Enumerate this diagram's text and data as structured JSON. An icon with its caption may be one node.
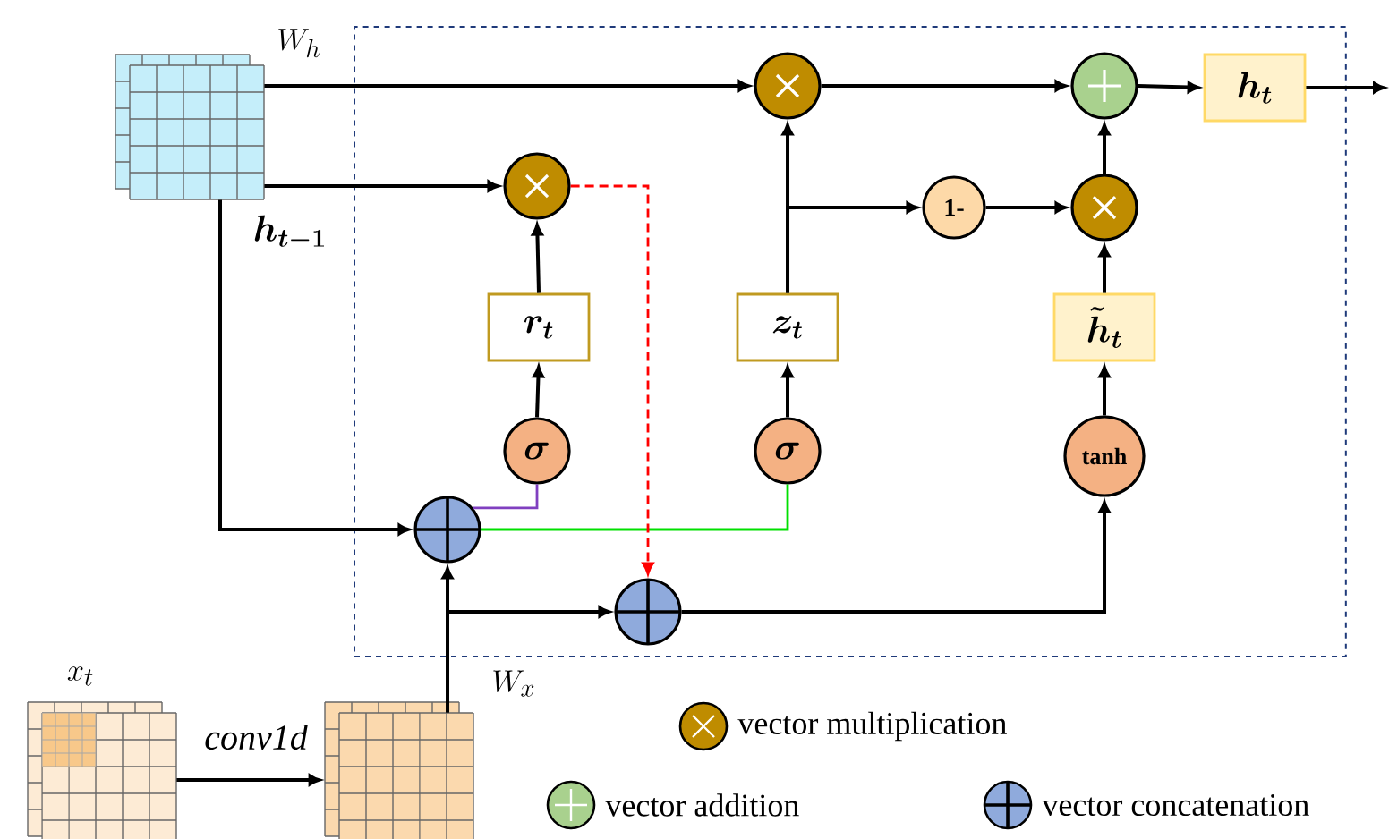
{
  "diagram": {
    "nodes": [
      {
        "text": [],
        "shape": "box"
      },
      {
        "text": [
          "W_h"
        ],
        "beside": [
          "h_{t-1}"
        ]
      },
      {
        "text": [],
        "shape": "circle",
        "in": 0
      },
      {
        "text": [
          "r_t"
        ],
        "in": 0
      },
      {
        "text": [
          "\\sigma"
        ],
        "in": 0
      },
      {
        "text": [],
        "shape": "circle",
        "in": 0
      },
      {
        "text": [],
        "shape": "circle",
        "in": 0
      },
      {
        "text": [
          "z_t"
        ],
        "in": 0
      },
      {
        "text": [
          "\\sigma"
        ],
        "in": 0
      },
      {
        "text": [
          "1-"
        ],
        "in": 0
      },
      {
        "text": [],
        "shape": "circle",
        "in": 0
      },
      {
        "text": [],
        "shape": "circle",
        "in": 0
      },
      {
        "text": [
          "\\tilde{h}_t"
        ],
        "in": 0
      },
      {
        "text": [
          "tanh"
        ],
        "in": 0
      },
      {
        "text": [
          "h_t"
        ],
        "in": 0
      },
      {
        "text": [],
        "shape": "circle",
        "in": 0
      },
      {
        "text": [
          "x_t"
        ]
      },
      {
        "text": [
          "W_x"
        ]
      }
    ],
    "edges": [
      {
        "from": 1,
        "to": 6,
        "arrow": "to"
      },
      {
        "from": 1,
        "to": 2,
        "arrow": "to"
      },
      {
        "from": 1,
        "to": 5,
        "arrow": "to"
      },
      {
        "from": 4,
        "to": 3,
        "arrow": "to"
      },
      {
        "from": 3,
        "to": 2,
        "arrow": "to"
      },
      {
        "from": 5,
        "to": 4,
        "arrow": "none",
        "color": "#8040c0"
      },
      {
        "from": 5,
        "to": 8,
        "arrow": "none",
        "color": "#00e000"
      },
      {
        "from": 2,
        "to": 15,
        "arrow": "to",
        "style": "dashed",
        "color": "#ff0000"
      },
      {
        "from": 8,
        "to": 7,
        "arrow": "to"
      },
      {
        "from": 7,
        "to": 6,
        "arrow": "to"
      },
      {
        "from": 7,
        "to": 9,
        "arrow": "to"
      },
      {
        "from": 6,
        "to": 10,
        "arrow": "to"
      },
      {
        "from": 9,
        "to": 11,
        "arrow": "to"
      },
      {
        "from": 13,
        "to": 12,
        "arrow": "to"
      },
      {
        "from": 12,
        "to": 11,
        "arrow": "to"
      },
      {
        "from": 11,
        "to": 10,
        "arrow": "to"
      },
      {
        "from": 10,
        "to": 14,
        "arrow": "to"
      },
      {
        "from": 14,
        "to": null,
        "arrow": "to"
      },
      {
        "from": 15,
        "to": 13,
        "arrow": "to"
      },
      {
        "from": 17,
        "to": 5,
        "arrow": "to"
      },
      {
        "from": 17,
        "to": 15,
        "arrow": "to"
      },
      {
        "from": 16,
        "to": 17,
        "arrow": "to",
        "label": "conv1d"
      }
    ],
    "legend": [
      {
        "text": "vector multiplication"
      },
      {
        "text": "vector addition"
      },
      {
        "text": "vector concatenation"
      }
    ]
  }
}
